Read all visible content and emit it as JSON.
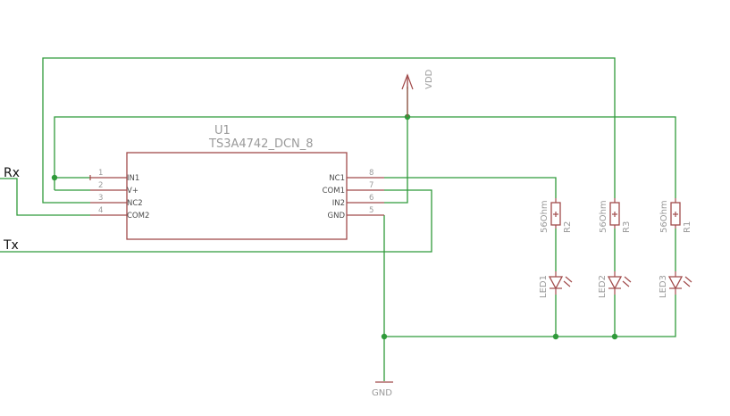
{
  "component": {
    "name": "U1",
    "value": "TS3A4742_DCN_8",
    "pins_left": [
      {
        "num": "1",
        "label": "IN1"
      },
      {
        "num": "2",
        "label": "V+"
      },
      {
        "num": "3",
        "label": "NC2"
      },
      {
        "num": "4",
        "label": "COM2"
      }
    ],
    "pins_right": [
      {
        "num": "8",
        "label": "NC1"
      },
      {
        "num": "7",
        "label": "COM1"
      },
      {
        "num": "6",
        "label": "IN2"
      },
      {
        "num": "5",
        "label": "GND"
      }
    ]
  },
  "nets": {
    "rx": "Rx",
    "tx": "Tx",
    "vdd": "VDD",
    "gnd": "GND"
  },
  "resistors": [
    {
      "name": "R2",
      "value": "56Ohm"
    },
    {
      "name": "R3",
      "value": "56Ohm"
    },
    {
      "name": "R1",
      "value": "56Ohm"
    }
  ],
  "leds": [
    {
      "name": "LED1"
    },
    {
      "name": "LED2"
    },
    {
      "name": "LED3"
    }
  ],
  "colors": {
    "wire": "#2f9a3a",
    "component": "#a14a4a",
    "label": "#9a9a9a"
  }
}
